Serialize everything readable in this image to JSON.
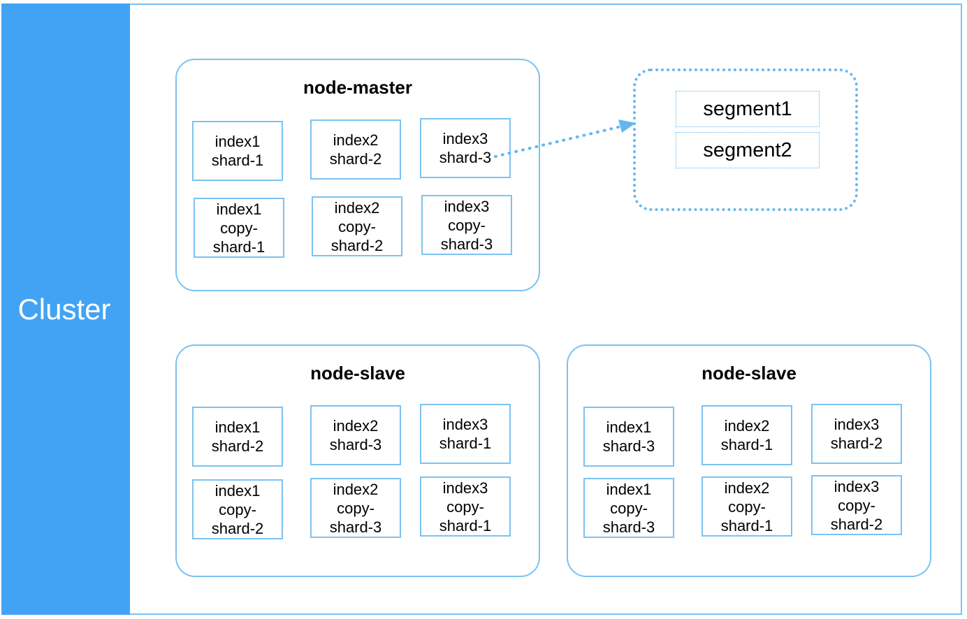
{
  "cluster_label": "Cluster",
  "nodes": [
    {
      "title": "node-master",
      "primary": [
        "index1\nshard-1",
        "index2\nshard-2",
        "index3\nshard-3"
      ],
      "copies": [
        "index1\ncopy-\nshard-1",
        "index2\ncopy-\nshard-2",
        "index3\ncopy-\nshard-3"
      ]
    },
    {
      "title": "node-slave",
      "primary": [
        "index1\nshard-2",
        "index2\nshard-3",
        "index3\nshard-1"
      ],
      "copies": [
        "index1\ncopy-\nshard-2",
        "index2\ncopy-\nshard-3",
        "index3\ncopy-\nshard-1"
      ]
    },
    {
      "title": "node-slave",
      "primary": [
        "index1\nshard-3",
        "index2\nshard-1",
        "index3\nshard-2"
      ],
      "copies": [
        "index1\ncopy-\nshard-3",
        "index2\ncopy-\nshard-1",
        "index3\ncopy-\nshard-2"
      ]
    }
  ],
  "segments": [
    "segment1",
    "segment2"
  ],
  "colors": {
    "accent": "#42a3f5",
    "border": "#7cc2f1",
    "dotted": "#63b7f0"
  }
}
